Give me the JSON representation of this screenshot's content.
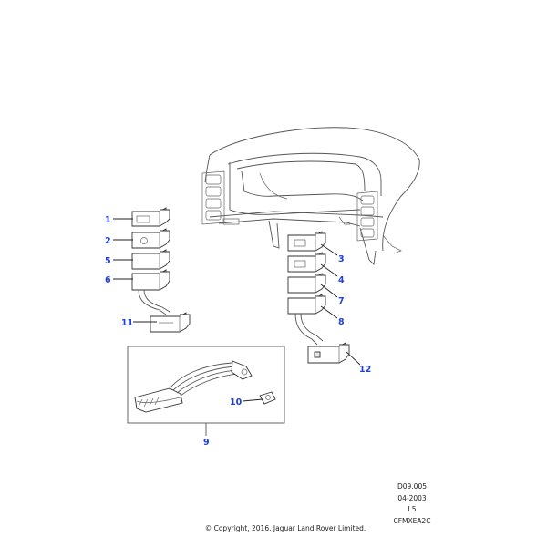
{
  "callouts": [
    "1",
    "2",
    "3",
    "4",
    "5",
    "6",
    "7",
    "8",
    "9",
    "10",
    "11",
    "12"
  ],
  "reference": {
    "code": "D09.005",
    "date": "04-2003",
    "level": "L5",
    "figure": "CFMXEA2C"
  },
  "copyright": "© Copyright, 2016. Jaguar Land Rover Limited.",
  "colors": {
    "callout": "#1f3fd6",
    "lines": "#333333"
  }
}
